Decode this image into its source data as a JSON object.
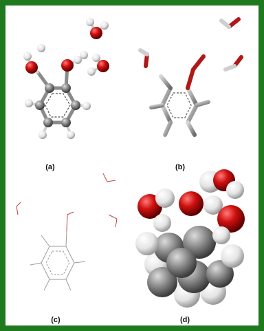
{
  "panels": [
    {
      "id": "a",
      "label": "(a)",
      "style": "ball-and-stick"
    },
    {
      "id": "b",
      "label": "(b)",
      "style": "stick"
    },
    {
      "id": "c",
      "label": "(c)",
      "style": "wireframe"
    },
    {
      "id": "d",
      "label": "(d)",
      "style": "space-filling"
    }
  ],
  "colors": {
    "border": "#1f7a1f",
    "oxygen": "#d01010",
    "carbon": "#8a8a8a",
    "hydrogen": "#eeeeee",
    "wire_carbon": "#9a9a9a",
    "wire_oxygen": "#c04040"
  }
}
